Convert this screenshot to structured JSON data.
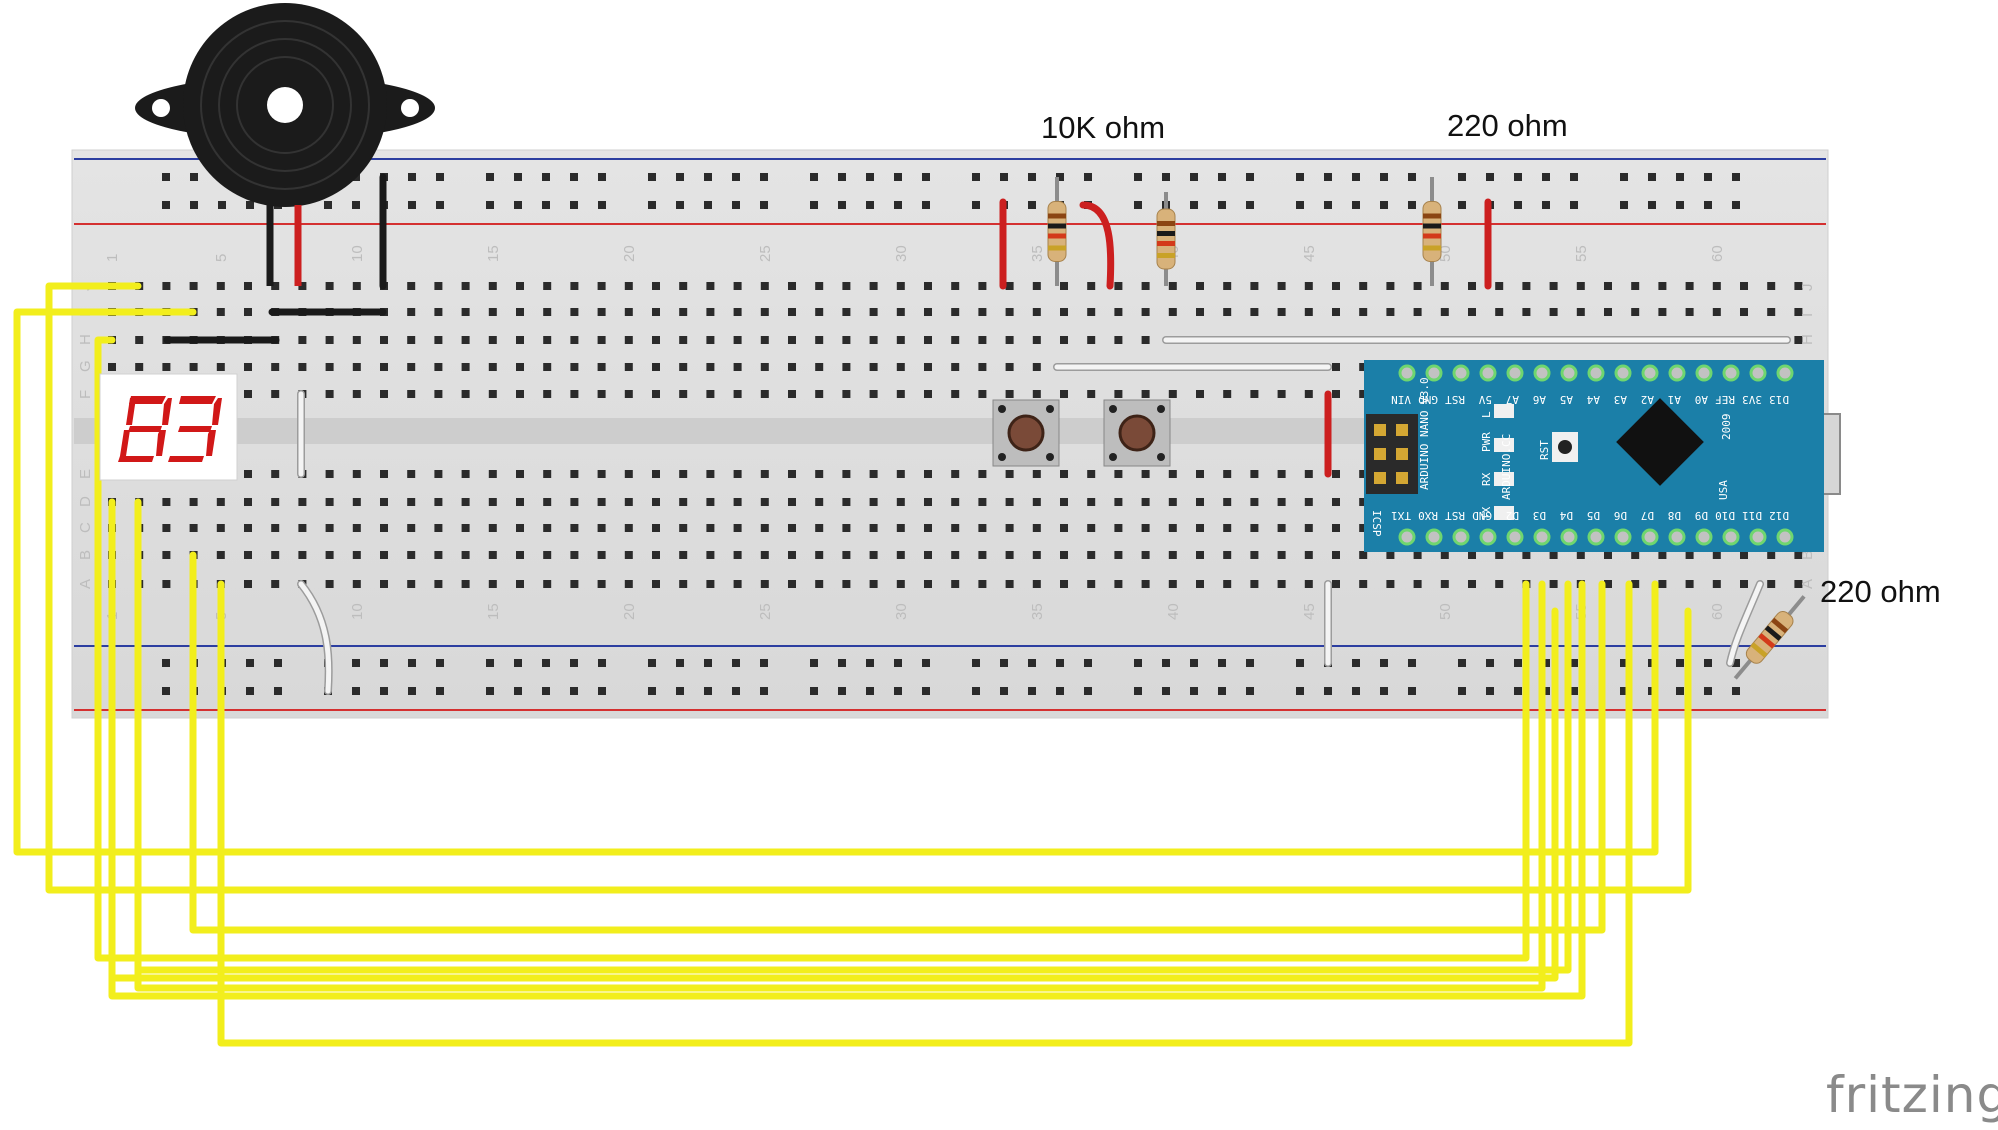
{
  "labels": {
    "resistor_10k": "10K ohm",
    "resistor_220_top": "220 ohm",
    "resistor_220_right": "220 ohm",
    "brand": "fritzing"
  },
  "breadboard": {
    "column_numbers": [
      "1",
      "5",
      "10",
      "15",
      "20",
      "25",
      "30",
      "35",
      "40",
      "45",
      "50",
      "55",
      "60"
    ],
    "row_letters_top": [
      "J",
      "I",
      "H",
      "G",
      "F"
    ],
    "row_letters_bottom": [
      "E",
      "D",
      "C",
      "B",
      "A"
    ]
  },
  "arduino": {
    "board_name": "ARDUINO NANO V3.0",
    "website": "ARDUINO.CC",
    "year": "2009",
    "top_pins": [
      "VIN",
      "GND",
      "RST",
      "5V",
      "A7",
      "A6",
      "A5",
      "A4",
      "A3",
      "A2",
      "A1",
      "A0",
      "REF",
      "3V3",
      "D13"
    ],
    "bottom_pins": [
      "TX1",
      "RX0",
      "RST",
      "GND",
      "D2",
      "D3",
      "D4",
      "D5",
      "D6",
      "D7",
      "D8",
      "D9",
      "D10",
      "D11",
      "D12"
    ],
    "leds": [
      "L",
      "PWR",
      "RX",
      "TX"
    ],
    "reset_label": "RST",
    "icsp_label": "ICSP",
    "usa_label": "USA"
  },
  "colors": {
    "wire_yellow": "#f2ee1c",
    "wire_red": "#cc1f1f",
    "wire_black": "#1a1a1a",
    "wire_white": "#f4f4f4",
    "board_blue": "#1b7fa8",
    "rail_red": "#d43030",
    "rail_blue": "#2c3ea0",
    "segment_red": "#d11818"
  }
}
